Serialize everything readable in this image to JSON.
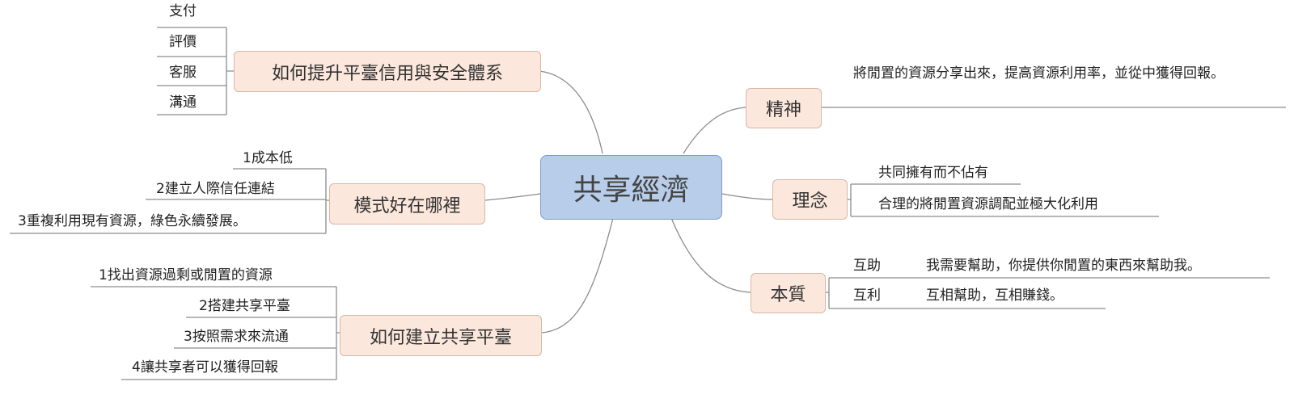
{
  "center": "共享經濟",
  "left": {
    "branch1": {
      "title": "如何提升平臺信用與安全體系",
      "items": [
        "支付",
        "評價",
        "客服",
        "溝通"
      ]
    },
    "branch2": {
      "title": "模式好在哪裡",
      "items": [
        "1成本低",
        "2建立人際信任連結",
        "3重複利用現有資源，綠色永續發展。"
      ]
    },
    "branch3": {
      "title": "如何建立共享平臺",
      "items": [
        "1找出資源過剩或閒置的資源",
        "2搭建共享平臺",
        "3按照需求來流通",
        "4讓共享者可以獲得回報"
      ]
    }
  },
  "right": {
    "spirit": {
      "title": "精神",
      "text": "將閒置的資源分享出來，提高資源利用率，並從中獲得回報。"
    },
    "concept": {
      "title": "理念",
      "items": [
        "共同擁有而不佔有",
        "合理的將閒置資源調配並極大化利用"
      ]
    },
    "essence": {
      "title": "本質",
      "items": [
        {
          "label": "互助",
          "text": "我需要幫助，你提供你閒置的東西來幫助我。"
        },
        {
          "label": "互利",
          "text": "互相幫助，互相賺錢。"
        }
      ]
    }
  }
}
